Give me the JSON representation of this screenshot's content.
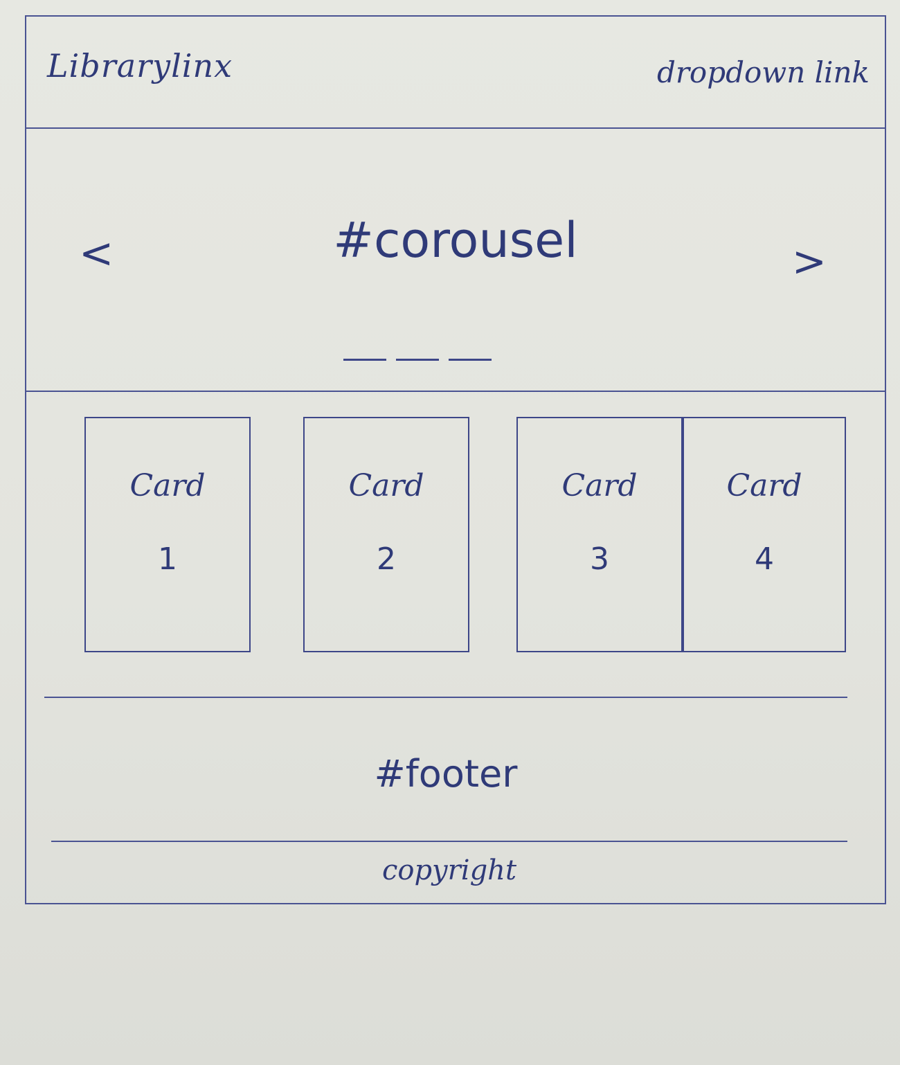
{
  "navbar": {
    "brand": "Librarylinx",
    "dropdown_label": "dropdown link"
  },
  "carousel": {
    "title": "#corousel",
    "prev_symbol": "<",
    "next_symbol": ">",
    "indicator_count": 3
  },
  "cards": [
    {
      "title": "Card",
      "number": "1"
    },
    {
      "title": "Card",
      "number": "2"
    },
    {
      "title": "Card",
      "number": "3"
    },
    {
      "title": "Card",
      "number": "4"
    }
  ],
  "footer": {
    "label": "#footer",
    "copyright": "copyright"
  },
  "colors": {
    "ink": "#2f3a78",
    "paper": "#e3e4de"
  }
}
